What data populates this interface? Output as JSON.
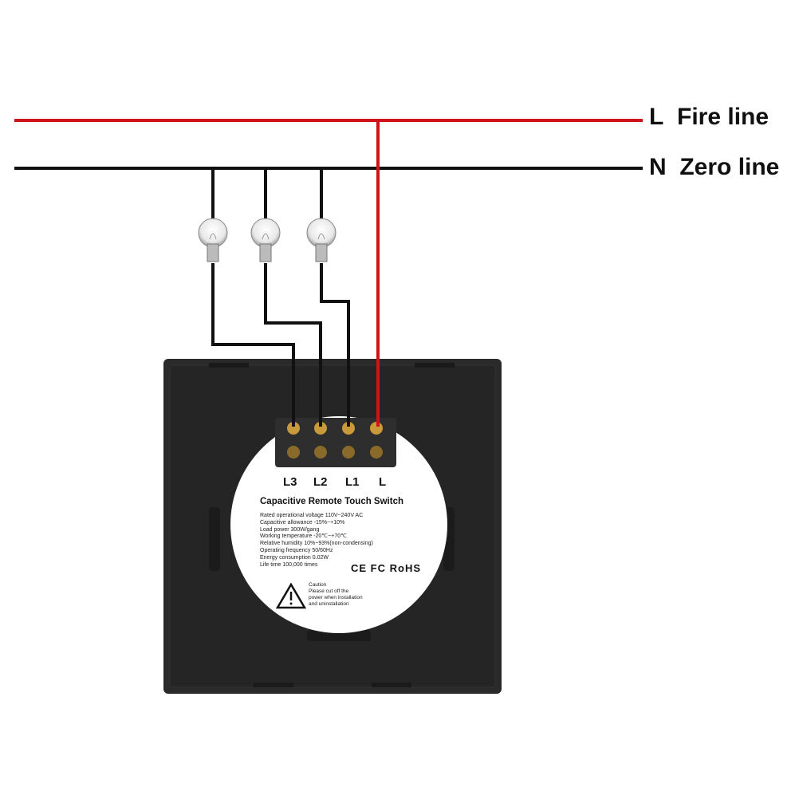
{
  "lines": {
    "fire": {
      "code": "L",
      "label": "Fire line",
      "color": "#d0121b"
    },
    "zero": {
      "code": "N",
      "label": "Zero line",
      "color": "#111111"
    }
  },
  "terminals": [
    "L3",
    "L2",
    "L1",
    "L"
  ],
  "switch": {
    "title": "Capacitive Remote Touch Switch",
    "specs": [
      "Rated operational voltage  110V~240V AC",
      "Capacitive allowance  -15%~+10%",
      "Load power  300W/gang",
      "Working temperature  -20℃~+70℃",
      "Relative humidity  10%~93%(non-condensing)",
      "Operating frequency  50/60Hz",
      "Energy consumption  0.02W",
      "Life time  100,000 times"
    ],
    "certifications": "CE FC RoHS",
    "caution": [
      "Caution",
      "Please cut off the",
      "power when installation",
      "and uninstallation"
    ]
  }
}
